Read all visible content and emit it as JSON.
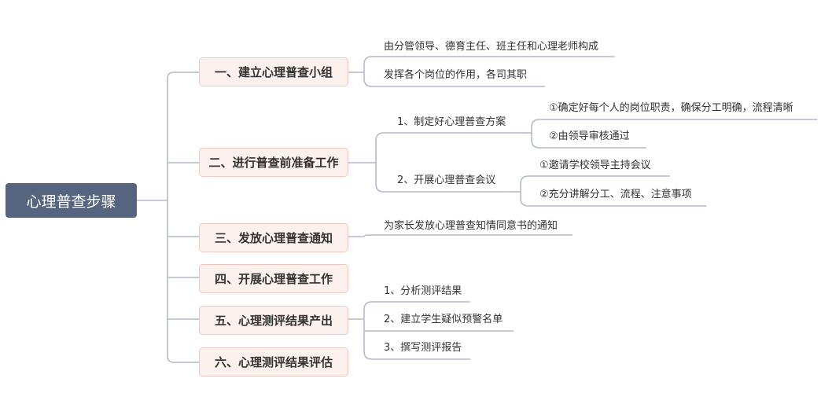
{
  "root": {
    "label": "心理普查步骤"
  },
  "steps": [
    {
      "label": "一、建立心理普查小组",
      "children": [
        {
          "label": "由分管领导、德育主任、班主任和心理老师构成"
        },
        {
          "label": "发挥各个岗位的作用，各司其职"
        }
      ]
    },
    {
      "label": "二、进行普查前准备工作",
      "children": [
        {
          "label": "1、制定好心理普查方案",
          "children": [
            {
              "label": "①确定好每个人的岗位职责，确保分工明确，流程清晰"
            },
            {
              "label": "②由领导审核通过"
            }
          ]
        },
        {
          "label": "2、开展心理普查会议",
          "children": [
            {
              "label": "①邀请学校领导主持会议"
            },
            {
              "label": "②充分讲解分工、流程、注意事项"
            }
          ]
        }
      ]
    },
    {
      "label": "三、发放心理普查通知",
      "children": [
        {
          "label": "为家长发放心理普查知情同意书的通知"
        }
      ]
    },
    {
      "label": "四、开展心理普查工作",
      "children": []
    },
    {
      "label": "五、心理测评结果产出",
      "children": [
        {
          "label": "1、分析测评结果"
        },
        {
          "label": "2、建立学生疑似预警名单"
        },
        {
          "label": "3、撰写测评报告"
        }
      ]
    },
    {
      "label": "六、心理测评结果评估",
      "children": []
    }
  ]
}
